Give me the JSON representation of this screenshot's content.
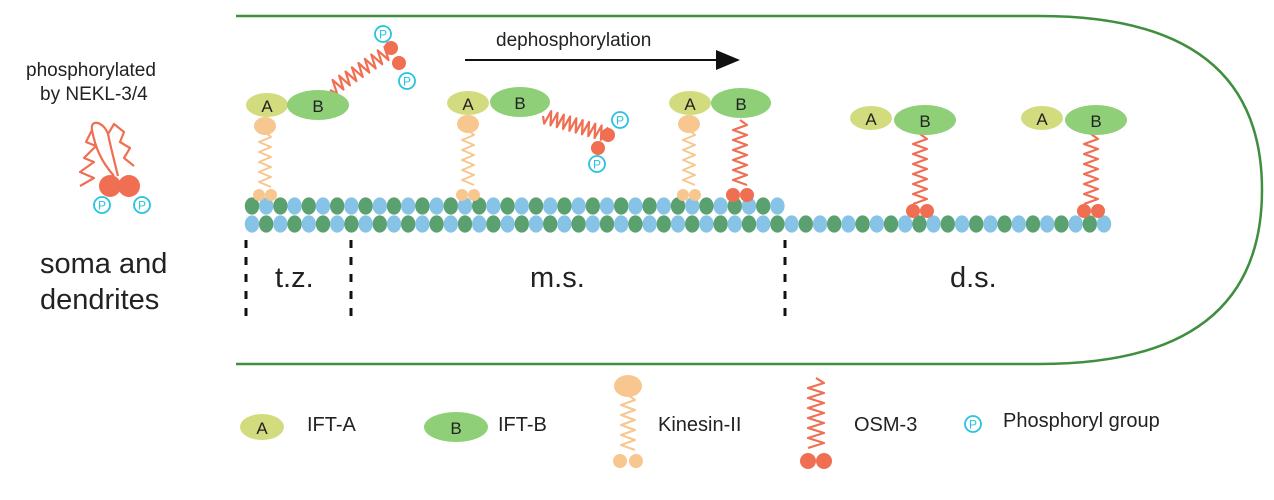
{
  "soma": {
    "phospho_line1": "phosphorylated",
    "phospho_line2": "by NEKL-3/4",
    "region_line1": "soma and",
    "region_line2": "dendrites"
  },
  "arrow_label": "dephosphorylation",
  "zones": {
    "tz": "t.z.",
    "ms": "m.s.",
    "ds": "d.s."
  },
  "glyphs": {
    "a": "A",
    "b": "B",
    "p": "P"
  },
  "legend": {
    "ift_a": "IFT-A",
    "ift_b": "IFT-B",
    "kinesin": "Kinesin-II",
    "osm3": "OSM-3",
    "phosphoryl": "Phosphoryl group"
  },
  "colors": {
    "membrane": "#3f8f3f",
    "ift_a": "#d2dc7e",
    "ift_b": "#8fcf78",
    "kinesin": "#f7c78f",
    "osm3": "#f06e52",
    "phospho": "#27c3e0",
    "tubulin_green": "#5aa16f",
    "tubulin_blue": "#86c3e6"
  }
}
